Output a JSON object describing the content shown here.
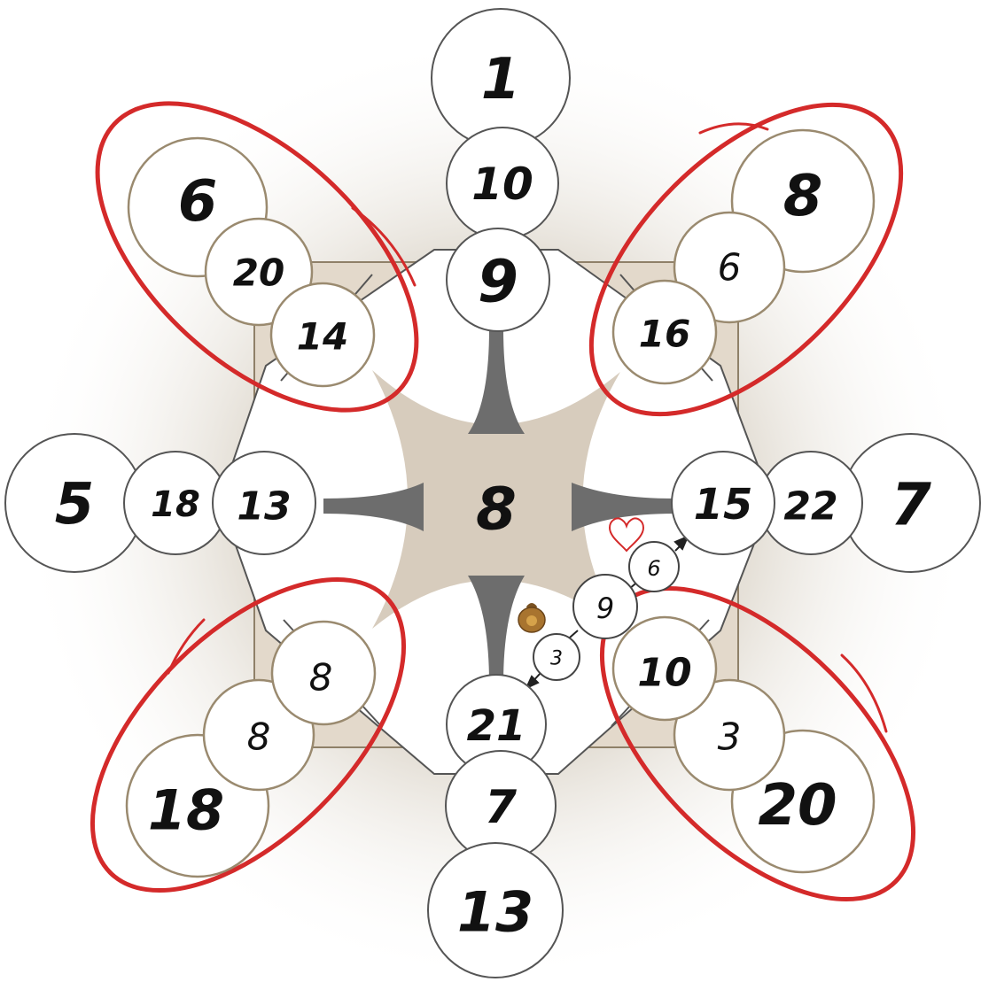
{
  "center": "8",
  "axes": {
    "top": {
      "outer": "1",
      "middle": "10",
      "inner": "9"
    },
    "bottom": {
      "outer": "13",
      "middle": "7",
      "inner": "21"
    },
    "left": {
      "outer": "5",
      "middle": "18",
      "inner": "13"
    },
    "right": {
      "outer": "7",
      "middle": "22",
      "inner": "15"
    }
  },
  "petals": {
    "top_left": {
      "outer": "6",
      "middle": "20",
      "inner": "14"
    },
    "top_right": {
      "outer": "8",
      "middle": "6",
      "inner": "16"
    },
    "bottom_left": {
      "outer": "18",
      "middle": "8",
      "inner": "8"
    },
    "bottom_right": {
      "outer": "20",
      "middle": "3",
      "inner": "10"
    }
  },
  "chain": {
    "upper": "6",
    "middle": "9",
    "lower": "3"
  },
  "icons": {
    "heart": "heart-icon",
    "money": "money-bag-icon"
  },
  "colors": {
    "red": "#d42a2a",
    "tan": "#d7ccbd",
    "gray_wedge": "#6d6d6d",
    "petal_stroke": "#9a8a6f",
    "axis_stroke": "#555555"
  }
}
